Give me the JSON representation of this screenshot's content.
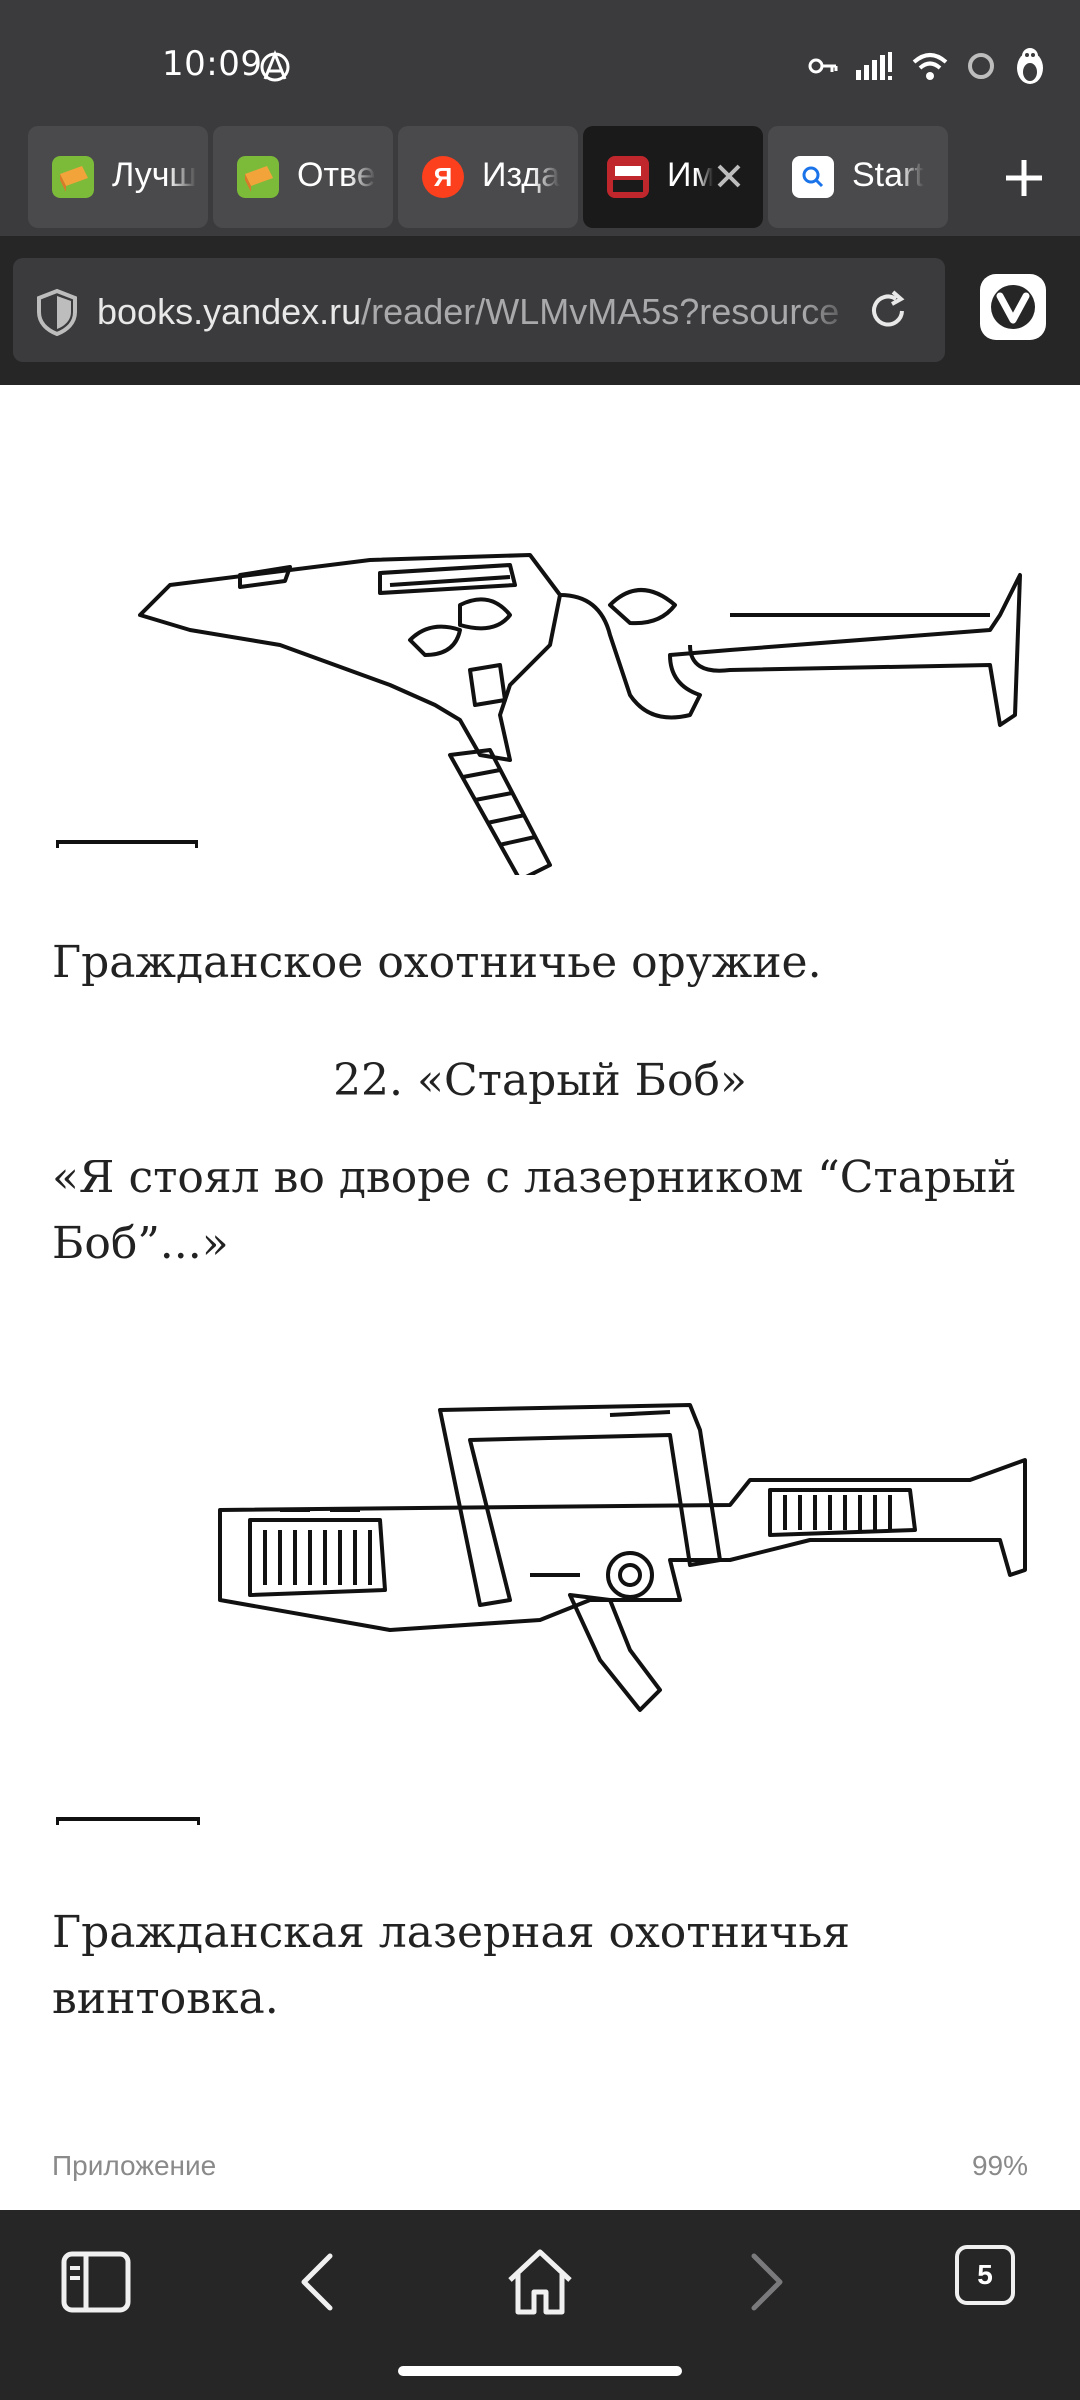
{
  "status_bar": {
    "time": "10:09",
    "icons": [
      "anarchy-icon",
      "key-icon",
      "signal-icon",
      "wifi-icon",
      "loading-icon",
      "penguin-icon"
    ]
  },
  "tabs": [
    {
      "label": "Лучш",
      "icon": "book-favicon",
      "active": false
    },
    {
      "label": "Отве",
      "icon": "book-favicon",
      "active": false
    },
    {
      "label": "Изда",
      "icon": "yandex-favicon",
      "active": false
    },
    {
      "label": "Им",
      "icon": "reader-favicon",
      "active": true
    },
    {
      "label": "Start",
      "icon": "search-favicon",
      "active": false
    }
  ],
  "address_bar": {
    "domain": "books.yandex.ru",
    "path": "/reader/WLMvMA5s?resource"
  },
  "content": {
    "caption1": "Гражданское охотничье оружие.",
    "heading": "22. «Старый Боб»",
    "quote": "«Я стоял во дворе с лазерником “Старый Боб”...»",
    "caption2": "Гражданская лазерная охотничья винтовка."
  },
  "footer": {
    "section": "Приложение",
    "progress": "99%"
  },
  "bottom_nav": {
    "tab_count": "5"
  },
  "colors": {
    "chrome": "#3b3b3d",
    "chrome_dark": "#262627",
    "text": "#222222"
  }
}
